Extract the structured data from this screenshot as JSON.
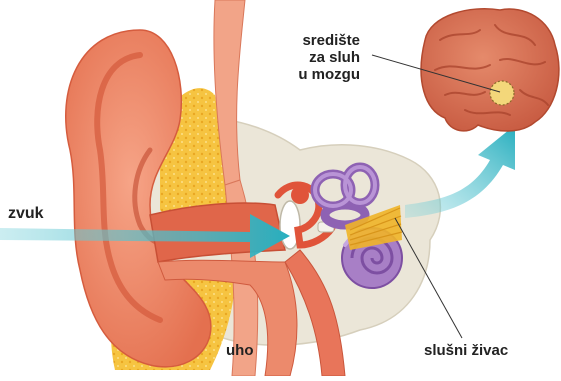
{
  "labels": {
    "brain_center": [
      "središte",
      "za sluh",
      "u mozgu"
    ],
    "sound": "zvuk",
    "ear": "uho",
    "nerve": "slušni živac"
  },
  "colors": {
    "ear_skin": "#ef8a6a",
    "ear_inner": "#e4684a",
    "fat": "#f6c441",
    "bone": "#e9e4d6",
    "cochlea": "#a981c6",
    "nerve": "#f0b428",
    "brain": "#d9775a",
    "brain_center": "#f3d77a",
    "arrow": "#33b6c4"
  }
}
